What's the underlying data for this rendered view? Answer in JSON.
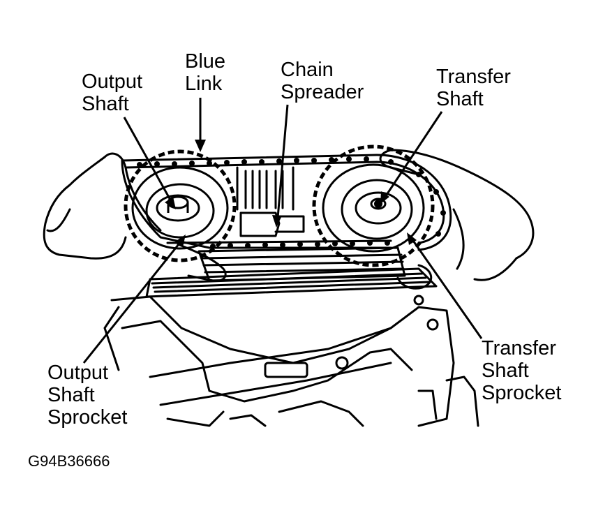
{
  "labels": {
    "blue_link": [
      "Blue",
      "Link"
    ],
    "output_shaft": [
      "Output",
      "Shaft"
    ],
    "chain_spreader": [
      "Chain",
      "Spreader"
    ],
    "transfer_shaft": [
      "Transfer",
      "Shaft"
    ],
    "output_shaft_sprocket": [
      "Output",
      "Shaft",
      "Sprocket"
    ],
    "transfer_shaft_sprocket": [
      "Transfer",
      "Shaft",
      "Sprocket"
    ]
  },
  "figure_id": "G94B36666",
  "colors": {
    "ink": "#000000",
    "paper": "#ffffff"
  }
}
